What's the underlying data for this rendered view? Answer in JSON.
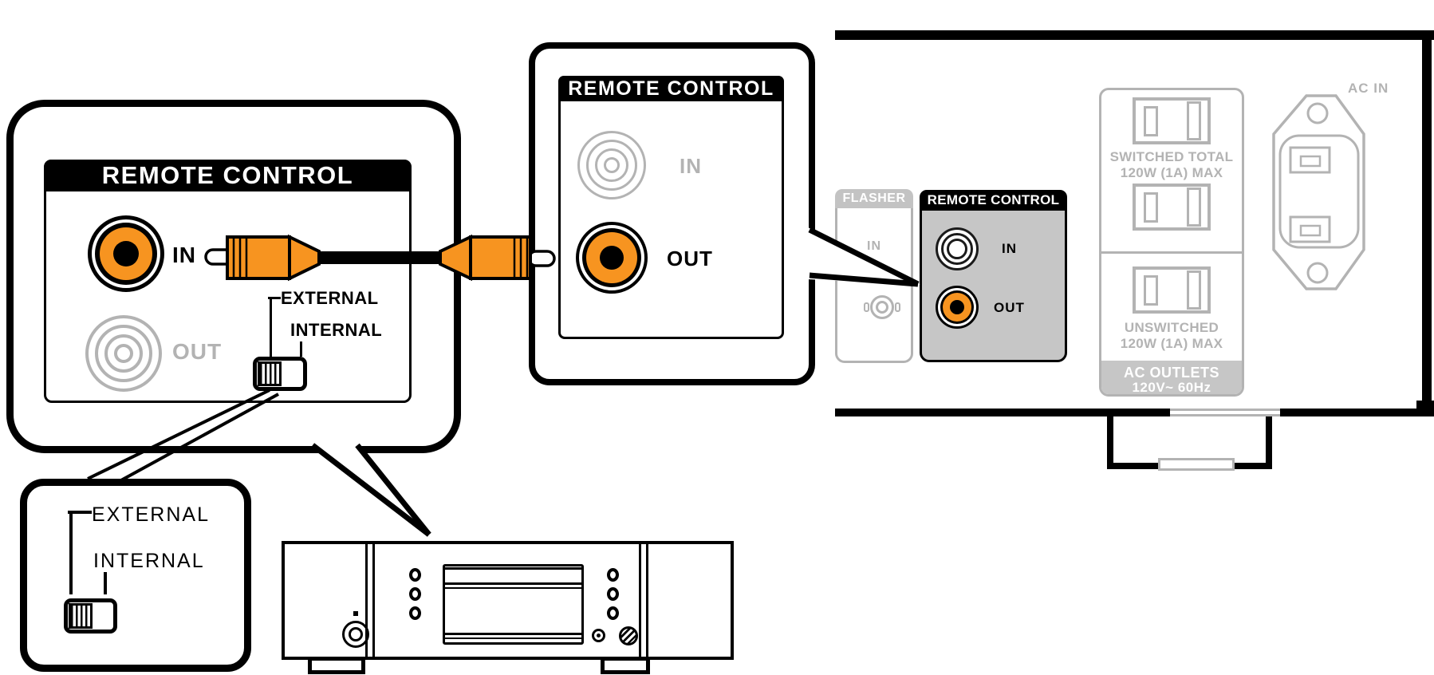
{
  "diagram": {
    "left_callout": {
      "banner": "REMOTE CONTROL",
      "in_label": "IN",
      "out_label": "OUT",
      "external_label": "EXTERNAL",
      "internal_label": "INTERNAL"
    },
    "switch_zoom_callout": {
      "external_label": "EXTERNAL",
      "internal_label": "INTERNAL"
    },
    "middle_callout": {
      "banner": "REMOTE CONTROL",
      "in_label": "IN",
      "out_label": "OUT"
    },
    "rear_panel": {
      "flasher": {
        "banner": "FLASHER",
        "in_label": "IN"
      },
      "remote_control": {
        "banner": "REMOTE CONTROL",
        "in_label": "IN",
        "out_label": "OUT"
      },
      "ac_outlets": {
        "switched_line1": "SWITCHED TOTAL",
        "switched_line2": "120W (1A) MAX",
        "unswitched_line1": "UNSWITCHED",
        "unswitched_line2": "120W (1A) MAX",
        "band_line1": "AC OUTLETS",
        "band_line2": "120V~ 60Hz"
      },
      "ac_in_label": "AC IN"
    },
    "colors": {
      "accent_orange": "#F79420",
      "muted_gray": "#b3b3b3",
      "panel_gray": "#c6c6c6"
    }
  }
}
